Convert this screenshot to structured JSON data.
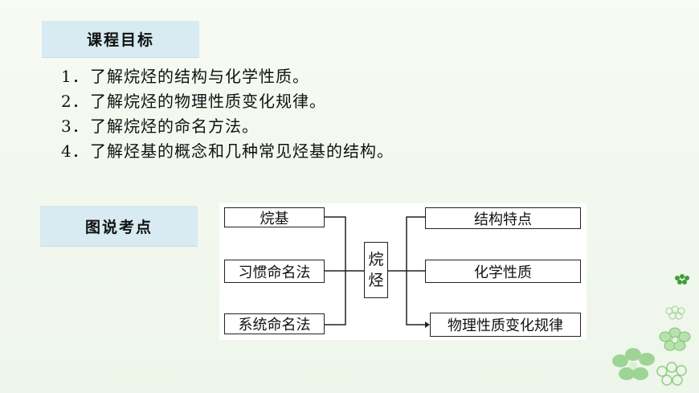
{
  "goals_tag": "课程目标",
  "goals": [
    {
      "num": "1．",
      "text": "了解烷烃的结构与化学性质。"
    },
    {
      "num": "2．",
      "text": "了解烷烃的物理性质变化规律。"
    },
    {
      "num": "3．",
      "text": "了解烷烃的命名方法。"
    },
    {
      "num": "4．",
      "text": "了解烃基的概念和几种常见烃基的结构。"
    }
  ],
  "points_tag": "图说考点",
  "concept_map": {
    "center_top": "烷",
    "center_bottom": "烃",
    "left": [
      "烷基",
      "习惯命名法",
      "系统命名法"
    ],
    "right": [
      "结构特点",
      "化学性质",
      "物理性质变化规律"
    ]
  },
  "colors": {
    "tag_bg": "#d8ebf2",
    "flower": "#8fcf86"
  }
}
